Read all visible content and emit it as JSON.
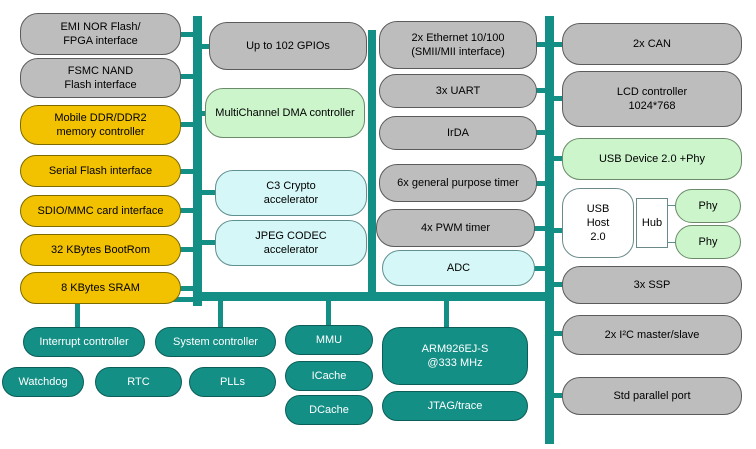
{
  "colors": {
    "bus": "#138f86",
    "gray_block": "#bdbdbd",
    "yellow_block": "#f2c200",
    "green_block": "#ccf5cc",
    "cyan_block": "#d6f7f7",
    "teal_block": "#138f86"
  },
  "left_blocks": [
    "EMI NOR Flash/\nFPGA interface",
    "FSMC NAND\nFlash interface",
    "Mobile DDR/DDR2\nmemory controller",
    "Serial Flash interface",
    "SDIO/MMC card interface",
    "32 KBytes BootRom",
    "8 KBytes SRAM"
  ],
  "center_left_blocks": [
    "Up to 102 GPIOs",
    "MultiChannel DMA controller",
    "C3 Crypto\naccelerator",
    "JPEG CODEC\naccelerator"
  ],
  "center_right_blocks": [
    "2x Ethernet 10/100\n(SMII/MII interface)",
    "3x UART",
    "IrDA",
    "6x general purpose timer",
    "4x PWM timer",
    "ADC"
  ],
  "right_blocks": {
    "can": "2x  CAN",
    "lcd": "LCD controller\n1024*768",
    "usb_device": "USB Device 2.0  +Phy",
    "usb_host": "USB\nHost\n2.0",
    "hub": "Hub",
    "phy_1": "Phy",
    "phy_2": "Phy",
    "ssp": "3x SSP",
    "i2c": "2x I²C master/slave",
    "parallel": "Std parallel port"
  },
  "bottom_blocks": {
    "interrupt": "Interrupt controller",
    "system": "System controller",
    "watchdog": "Watchdog",
    "rtc": "RTC",
    "plls": "PLLs",
    "mmu": "MMU",
    "icache": "ICache",
    "dcache": "DCache",
    "cpu": "ARM926EJ-S\n@333 MHz",
    "jtag": "JTAG/trace"
  }
}
